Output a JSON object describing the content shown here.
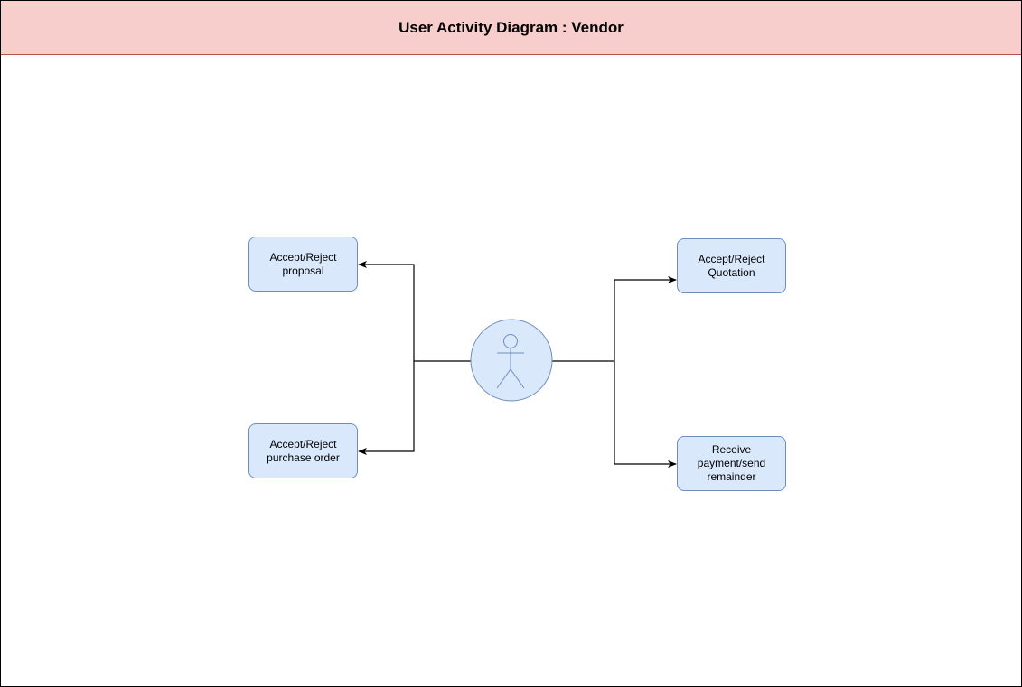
{
  "header": {
    "title": "User Activity Diagram : Vendor"
  },
  "colors": {
    "header_fill": "#f8cecc",
    "header_stroke": "#b85450",
    "node_fill": "#dae8fc",
    "node_stroke": "#6c8ebf",
    "edge": "#000000"
  },
  "actor": {
    "icon": "stick-figure-icon"
  },
  "nodes": {
    "accept_reject_proposal": "Accept/Reject\nproposal",
    "accept_reject_purchase_order": "Accept/Reject\npurchase order",
    "accept_reject_quotation": "Accept/Reject\nQuotation",
    "receive_payment": "Receive\npayment/send\nremainder"
  }
}
